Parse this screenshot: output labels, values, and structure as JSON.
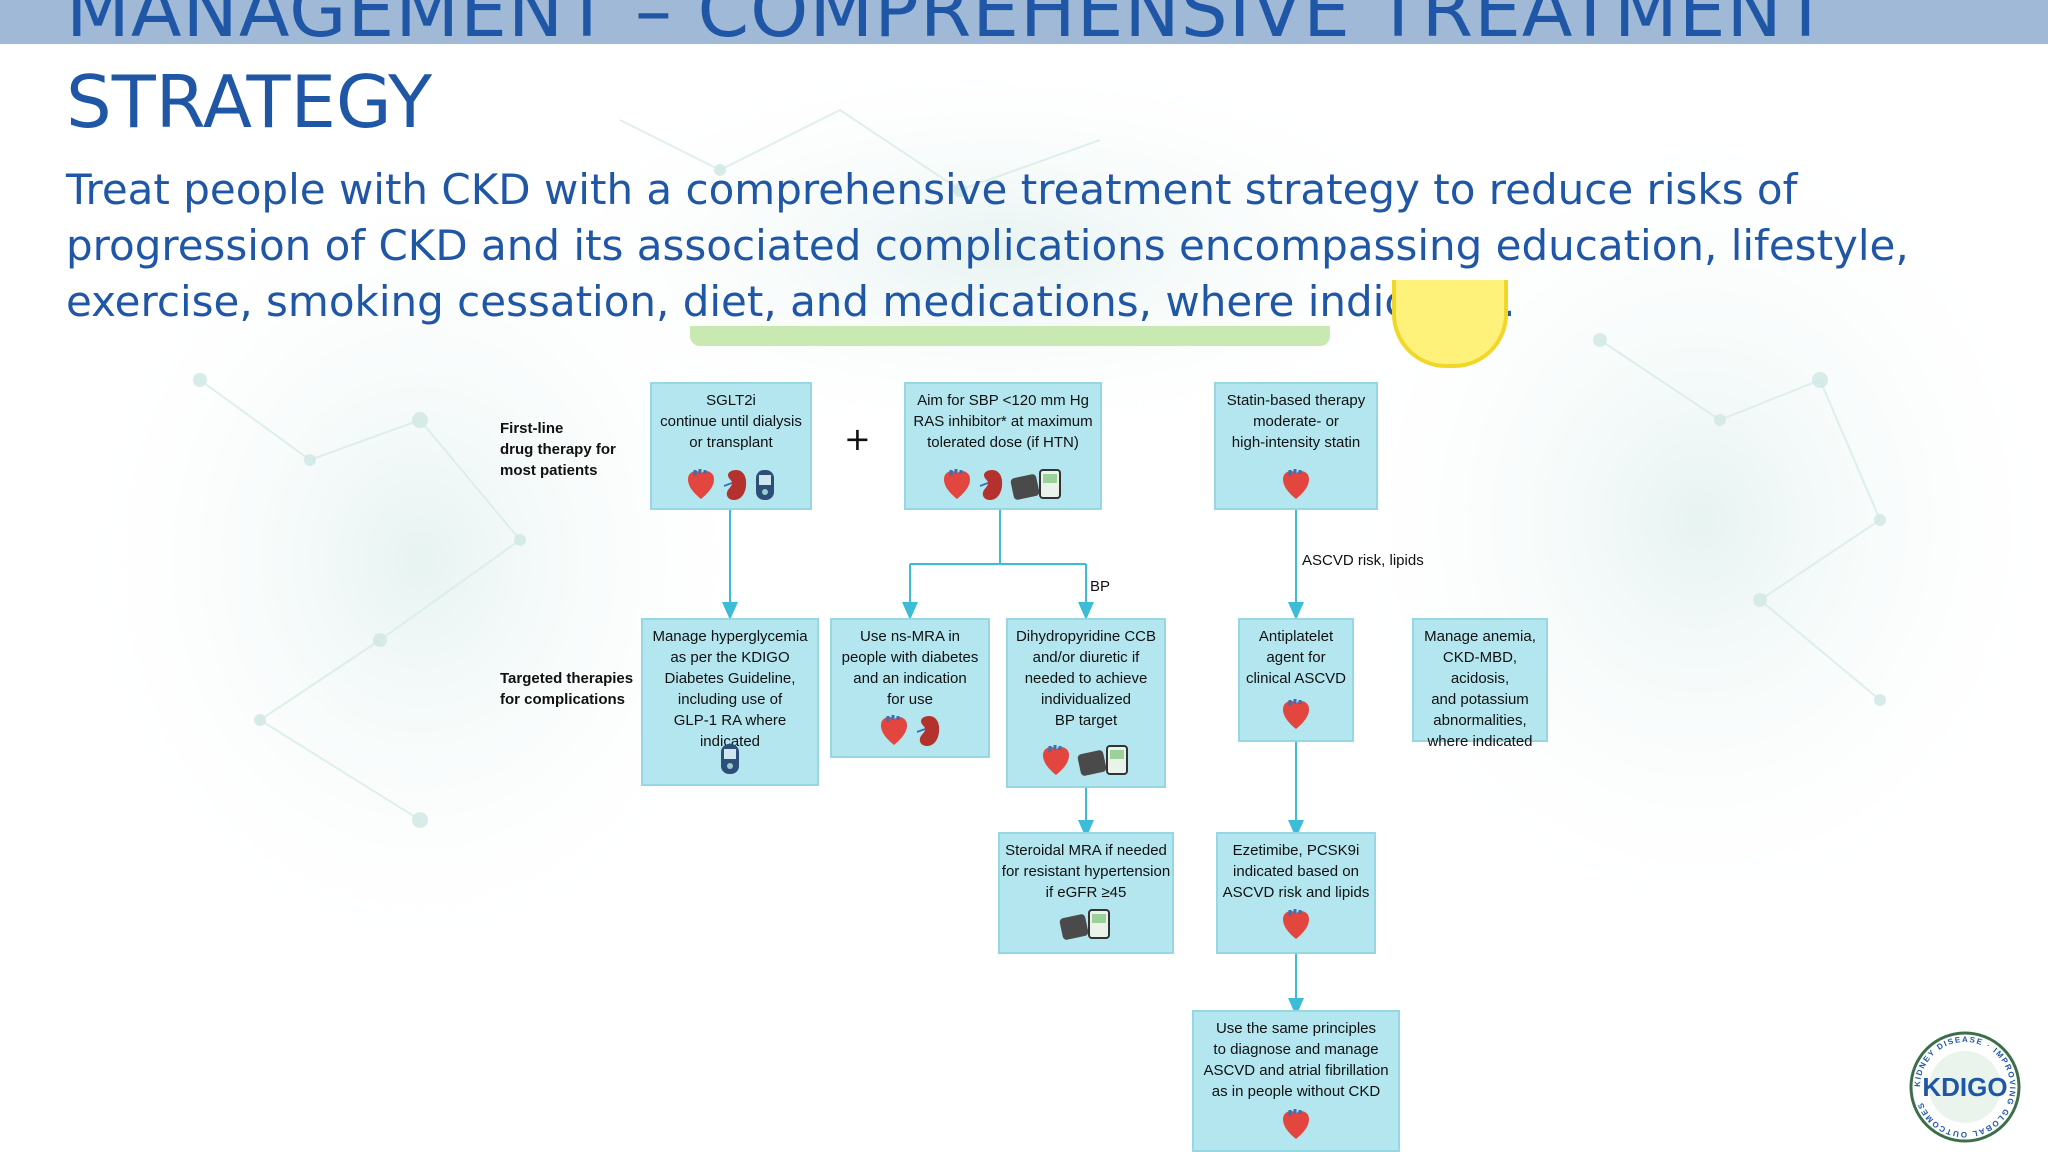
{
  "header": {
    "title_line1": "MANAGEMENT – COMPREHENSIVE TREATMENT",
    "title_line2": "STRATEGY",
    "subtitle": "Treat people with CKD with a comprehensive treatment strategy to reduce risks of progression of CKD and its associated complications encompassing education, lifestyle, exercise, smoking cessation, diet, and medications, where indicated."
  },
  "diagram": {
    "row_labels": {
      "first_line": "First-line\ndrug therapy for\nmost patients",
      "targeted": "Targeted therapies\nfor complications"
    },
    "plus": "+",
    "edge_labels": {
      "bp": "BP",
      "ascvd": "ASCVD risk, lipids"
    },
    "boxes": {
      "sglt2i": "SGLT2i\ncontinue until dialysis\nor transplant",
      "sbp": "Aim for SBP <120 mm Hg\nRAS inhibitor* at maximum\ntolerated dose (if HTN)",
      "statin": "Statin-based therapy\nmoderate- or\nhigh-intensity statin",
      "hyperglycemia": "Manage hyperglycemia\nas per the KDIGO\nDiabetes Guideline,\nincluding use of\nGLP-1 RA where indicated",
      "nsmra": "Use ns-MRA in\npeople with diabetes\nand an indication\nfor use",
      "ccb": "Dihydropyridine CCB\nand/or diuretic if\nneeded to achieve\nindividualized\nBP target",
      "antiplatelet": "Antiplatelet\nagent for\nclinical ASCVD",
      "anemia": "Manage anemia,\nCKD-MBD, acidosis,\nand potassium\nabnormalities,\nwhere indicated",
      "steroidal": "Steroidal MRA if needed\nfor resistant hypertension\nif eGFR ≥45",
      "ezetimibe": "Ezetimibe, PCSK9i\nindicated based on\nASCVD risk and lipids",
      "same_principles": "Use the same principles\nto diagnose and manage\nASCVD and atrial fibrillation\nas in people without CKD"
    }
  },
  "logo": {
    "text": "KDIGO",
    "ring_text": "KIDNEY DISEASE · IMPROVING GLOBAL OUTCOMES"
  },
  "colors": {
    "title": "#1f57a6",
    "box_fill": "#b3e6ef",
    "arrow": "#3cbcd6",
    "top_band": "#9fb9d6"
  }
}
